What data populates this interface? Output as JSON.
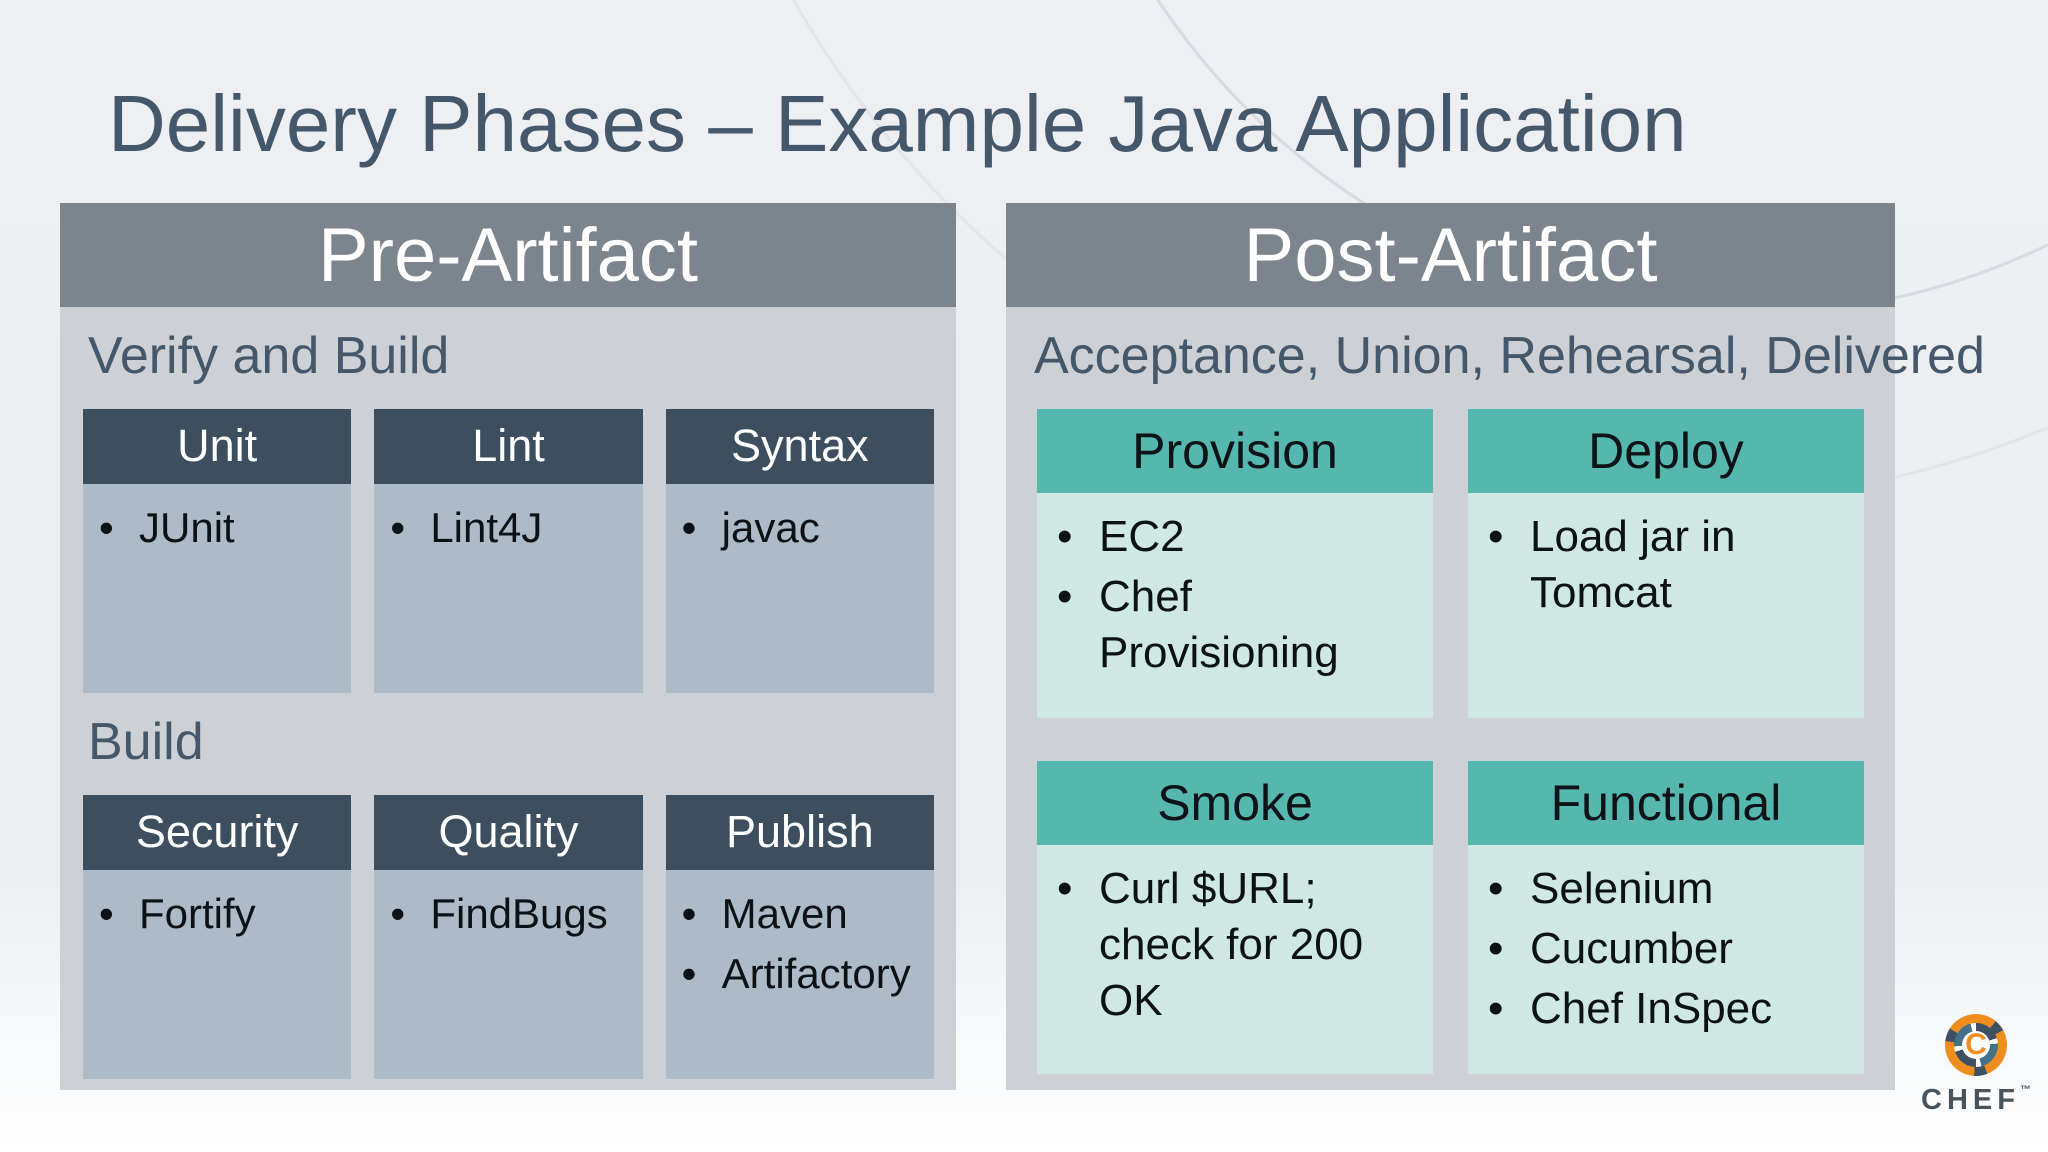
{
  "title": "Delivery Phases – Example Java Application",
  "panels": [
    {
      "title": "Pre-Artifact",
      "sections": [
        {
          "label": "Verify and Build",
          "cards": [
            {
              "title": "Unit",
              "items": [
                "JUnit"
              ]
            },
            {
              "title": "Lint",
              "items": [
                "Lint4J"
              ]
            },
            {
              "title": "Syntax",
              "items": [
                "javac"
              ]
            }
          ]
        },
        {
          "label": "Build",
          "cards": [
            {
              "title": "Security",
              "items": [
                "Fortify"
              ]
            },
            {
              "title": "Quality",
              "items": [
                "FindBugs"
              ]
            },
            {
              "title": "Publish",
              "items": [
                "Maven",
                "Artifactory"
              ]
            }
          ]
        }
      ]
    },
    {
      "title": "Post-Artifact",
      "sections": [
        {
          "label": "Acceptance, Union, Rehearsal, Delivered",
          "cards": [
            {
              "title": "Provision",
              "items": [
                "EC2",
                "Chef Provisioning"
              ]
            },
            {
              "title": "Deploy",
              "items": [
                "Load jar in Tomcat"
              ]
            },
            {
              "title": "Smoke",
              "items": [
                "Curl $URL; check for 200 OK"
              ]
            },
            {
              "title": "Functional",
              "items": [
                "Selenium",
                "Cucumber",
                "Chef InSpec"
              ]
            }
          ]
        }
      ]
    }
  ],
  "logo": {
    "brand": "CHEF",
    "trademark": "™",
    "monogram": "C"
  },
  "colors": {
    "title_text": "#45586b",
    "panel_header_bg": "#7c848d",
    "panel_body_bg": "#cdd0d4",
    "pre_card_header_bg": "#3d4e5f",
    "pre_card_body_bg": "#adbbc9",
    "post_card_header_bg": "#55b7ae",
    "post_card_body_bg": "#cfe8e4",
    "logo_orange": "#ef8e1f",
    "logo_navy": "#3d5162"
  }
}
